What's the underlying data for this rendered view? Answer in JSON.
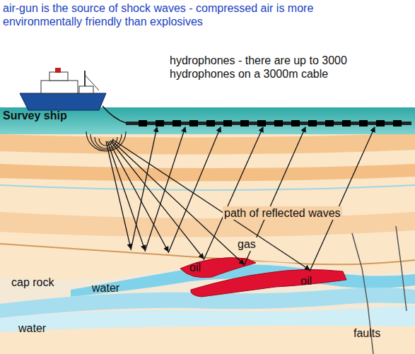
{
  "diagram": {
    "labels": [
      "air-gun is the source of shock waves - compressed air is more environmentally friendly than explosives",
      "hydrophones - there are up to 3000 hydrophones on a 3000m cable",
      "Survey ship",
      "path of reflected waves",
      "gas",
      "oil",
      "oil",
      "cap rock",
      "water",
      "water",
      "faults"
    ]
  }
}
